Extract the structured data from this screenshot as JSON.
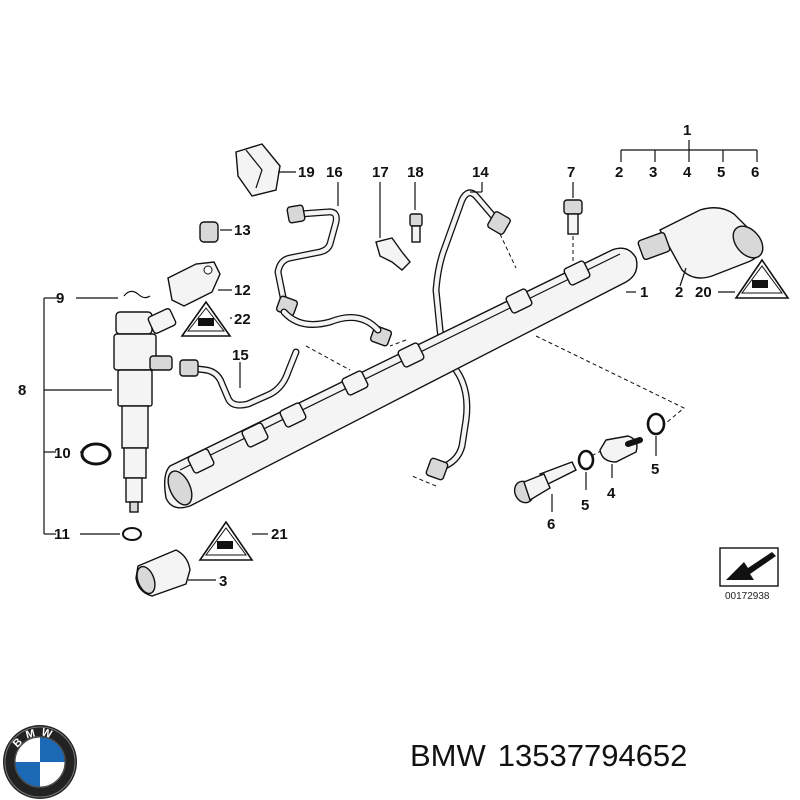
{
  "callouts": {
    "c1_top": "1",
    "c2_top": "2",
    "c3_top": "3",
    "c4_top": "4",
    "c5_top": "5",
    "c6_top": "6",
    "c7": "7",
    "c14": "14",
    "c16": "16",
    "c17": "17",
    "c18": "18",
    "c19": "19",
    "c13": "13",
    "c12": "12",
    "c22": "22",
    "c9": "9",
    "c15": "15",
    "c8": "8",
    "c10": "10",
    "c11": "11",
    "c21": "21",
    "c3": "3",
    "c1_rail": "1",
    "c2_valve": "2",
    "c20": "20",
    "c5_right": "5",
    "c4_bot": "4",
    "c5_bot": "5",
    "c6_bot": "6"
  },
  "catalog_number": "00172938",
  "footer": {
    "brand": "BMW",
    "part_number": "13537794652",
    "logo_letters": "BMW",
    "logo_colors": {
      "blue": "#1c69b5",
      "white": "#ffffff",
      "ring": "#111111"
    }
  }
}
